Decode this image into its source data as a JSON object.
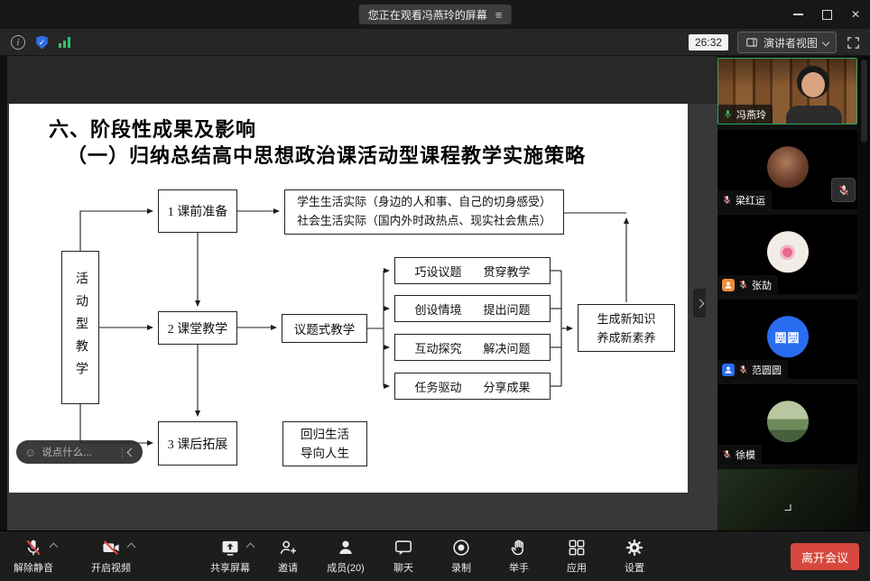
{
  "window": {
    "banner": "您正在观看冯燕玲的屏幕",
    "timer": "26:32",
    "view_mode_label": "演讲者视图"
  },
  "icons": {
    "banner_menu": "≡",
    "shield_check": "✓",
    "emoji": "☺",
    "close": "✕"
  },
  "slide": {
    "title_line1": "六、阶段性成果及影响",
    "title_line2": "（一）归纳总结高中思想政治课活动型课程教学实施策略",
    "flowchart": {
      "vertical_label": "活动型教学",
      "step1": "1 课前准备",
      "life_line1": "学生生活实际（身边的人和事、自己的切身感受）",
      "life_line2": "社会生活实际（国内外时政热点、现实社会焦点）",
      "step2": "2 课堂教学",
      "method": "议题式教学",
      "strategies": [
        {
          "a": "巧设议题",
          "b": "贯穿教学"
        },
        {
          "a": "创设情境",
          "b": "提出问题"
        },
        {
          "a": "互动探究",
          "b": "解决问题"
        },
        {
          "a": "任务驱动",
          "b": "分享成果"
        }
      ],
      "result_line1": "生成新知识",
      "result_line2": "养成新素养",
      "step3": "3 课后拓展",
      "return_line1": "回归生活",
      "return_line2": "导向人生"
    }
  },
  "chat_bar": {
    "placeholder": "说点什么..."
  },
  "participants": [
    {
      "name": "冯燕玲",
      "mic": "on"
    },
    {
      "name": "梁红运",
      "mic": "muted"
    },
    {
      "name": "张劼",
      "mic": "muted",
      "badge_color": "#ef8b3b"
    },
    {
      "name": "范圆圆",
      "mic": "muted",
      "badge_color": "#2a6cf0",
      "avatar_text": "圆圆",
      "avatar_color": "#2a6cf0"
    },
    {
      "name": "徐模",
      "mic": "muted"
    }
  ],
  "toolbar": {
    "unmute": "解除静音",
    "start_video": "开启视频",
    "share_screen": "共享屏幕",
    "invite": "邀请",
    "members": "成员(20)",
    "chat": "聊天",
    "record": "录制",
    "raise_hand": "举手",
    "apps": "应用",
    "settings": "设置",
    "leave": "离开会议"
  },
  "colors": {
    "leave_button": "#d6483d",
    "mic_active": "#30c268",
    "mute_slash": "#e8463f",
    "shield_blue": "#2f6fe4",
    "signal_green": "#35c06a"
  }
}
